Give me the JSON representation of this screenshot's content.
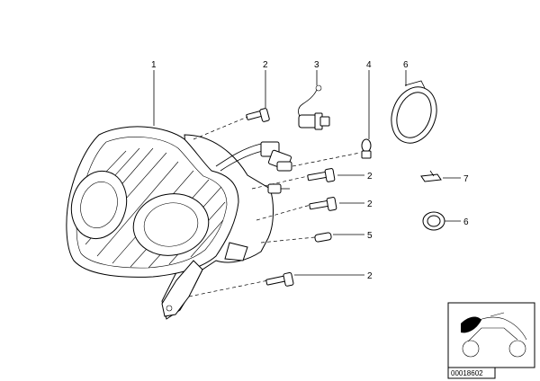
{
  "callouts": {
    "c1": "1",
    "c2a": "2",
    "c3": "3",
    "c4": "4",
    "c6a": "6",
    "c2b": "2",
    "c7": "7",
    "c2c": "2",
    "c6b": "6",
    "c5": "5",
    "c2d": "2"
  },
  "diagram_code": "00018602",
  "icons": {
    "headlight": "headlight-assembly-icon",
    "motorcycle": "motorcycle-thumbnail-icon"
  }
}
